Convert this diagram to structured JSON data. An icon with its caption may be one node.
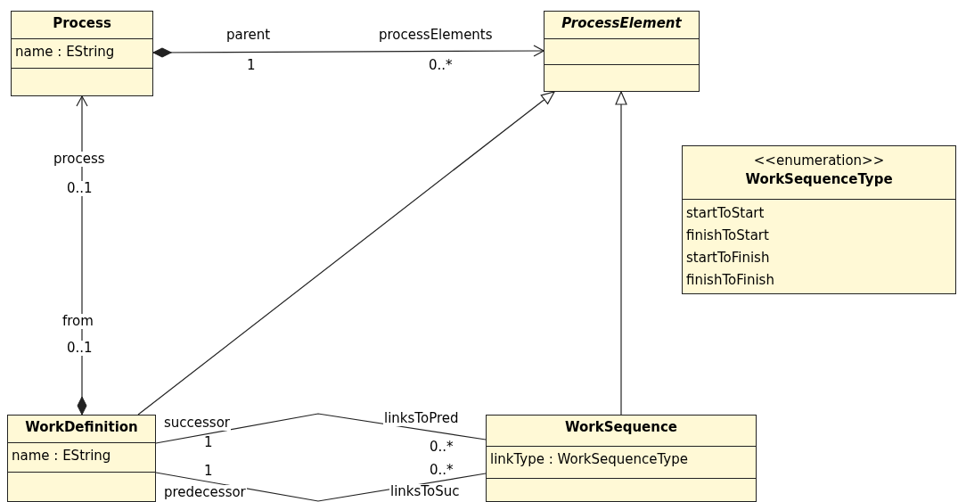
{
  "diagram": {
    "nodes": [
      {
        "text": [
          "Process",
          "name : EString"
        ]
      },
      {
        "text": [
          "ProcessElement"
        ]
      },
      {
        "text": [
          "<<enumeration>>",
          "WorkSequenceType",
          "startToStart",
          "finishToStart",
          "startToFinish",
          "finishToFinish"
        ]
      },
      {
        "text": [
          "WorkDefinition",
          "name : EString"
        ]
      },
      {
        "text": [
          "WorkSequence",
          "linkType : WorkSequenceType"
        ]
      }
    ],
    "edges": [
      {
        "from": 0,
        "to": 1,
        "arrow": "to"
      },
      {
        "from": 3,
        "to": 0,
        "arrow": "to"
      },
      {
        "from": 3,
        "to": 1,
        "arrow": "to"
      },
      {
        "from": 4,
        "to": 1,
        "arrow": "to"
      },
      {
        "from": 3,
        "to": 4,
        "arrow": "none"
      },
      {
        "from": 3,
        "to": 4,
        "arrow": "none"
      }
    ],
    "labels": [
      "parent",
      "processElements",
      "1",
      "0..*",
      "process",
      "0..1",
      "from",
      "0..1",
      "successor",
      "linksToPred",
      "1",
      "0..*",
      "1",
      "0..*",
      "predecessor",
      "linksToSuc"
    ]
  }
}
